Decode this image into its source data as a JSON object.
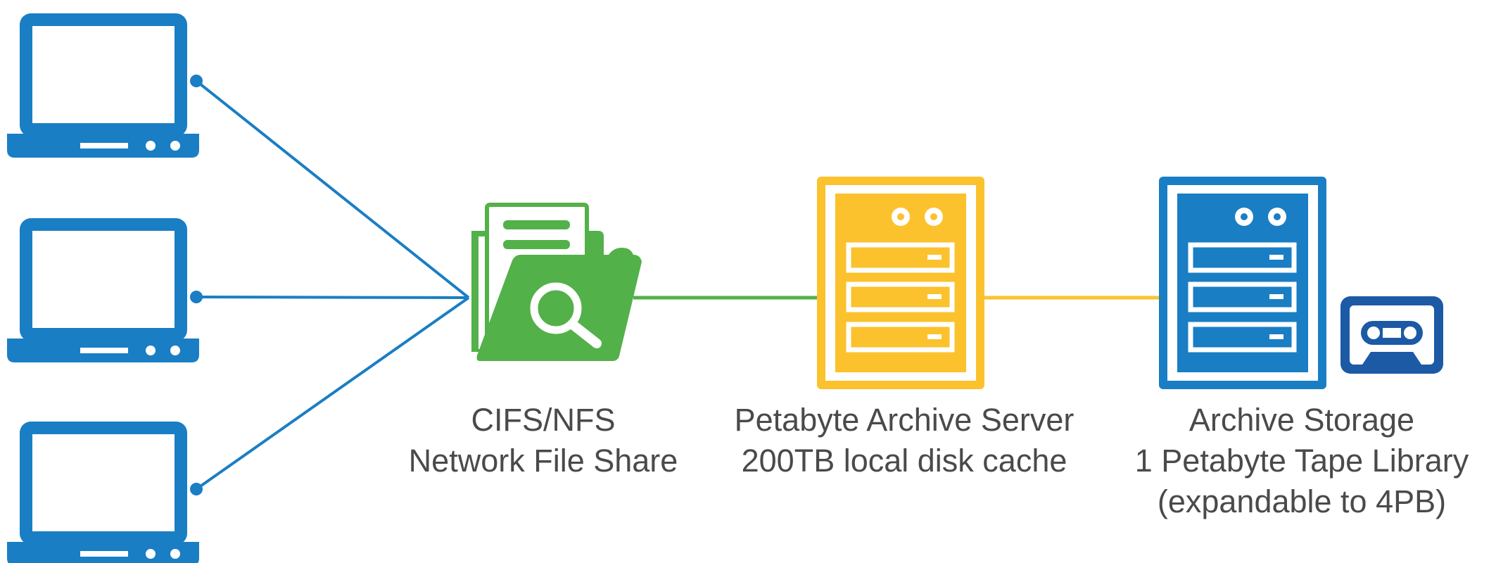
{
  "colors": {
    "client_blue": "#1a7ec4",
    "fileshare_green": "#52b148",
    "server_yellow": "#fbc22d",
    "storage_blue": "#1a7ec4",
    "tape_blue": "#1c5aa6",
    "label_text": "#4a4a4a"
  },
  "clients": [
    {
      "icon": "laptop-icon"
    },
    {
      "icon": "laptop-icon"
    },
    {
      "icon": "laptop-icon"
    }
  ],
  "file_share": {
    "icon": "folder-search-icon",
    "line1": "CIFS/NFS",
    "line2": "Network File Share"
  },
  "archive_server": {
    "icon": "server-icon",
    "line1": "Petabyte Archive Server",
    "line2": "200TB local disk cache"
  },
  "archive_storage": {
    "icon": "tape-library-icon",
    "tape_icon": "tape-cassette-icon",
    "line1": "Archive Storage",
    "line2": "1 Petabyte Tape Library",
    "line3": "(expandable to 4PB)"
  }
}
